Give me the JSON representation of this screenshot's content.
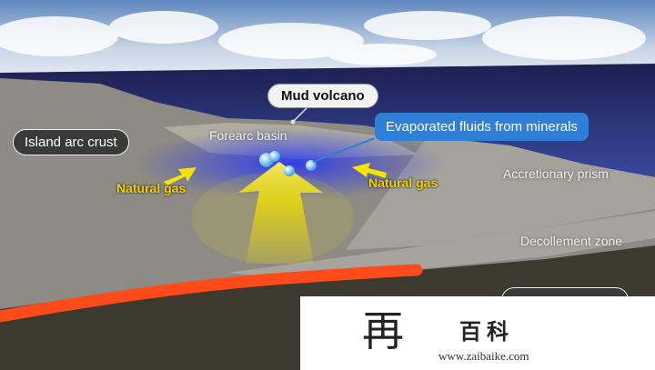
{
  "labels": {
    "mud_volcano": "Mud volcano",
    "evaporated_fluids": "Evaporated fluids from minerals",
    "island_arc_crust": "Island arc crust",
    "forearc_basin": "Forearc basin",
    "natural_gas_left": "Natural gas",
    "natural_gas_right": "Natural gas",
    "accretionary_prism": "Accretionary prism",
    "decollement_zone": "Decollement zone"
  },
  "watermark": {
    "name": "百科",
    "url": "www.zaibaike.com"
  },
  "colors": {
    "sky": "#6f93c2",
    "ocean": "#2a3680",
    "crust": "#8e8a84",
    "mantle": "#3c392e",
    "fault_line": "#ff4a1a",
    "gas_arrow": "#f5e400",
    "fluid_glow": "#3350ff",
    "label_blue": "#2f7fd6"
  }
}
